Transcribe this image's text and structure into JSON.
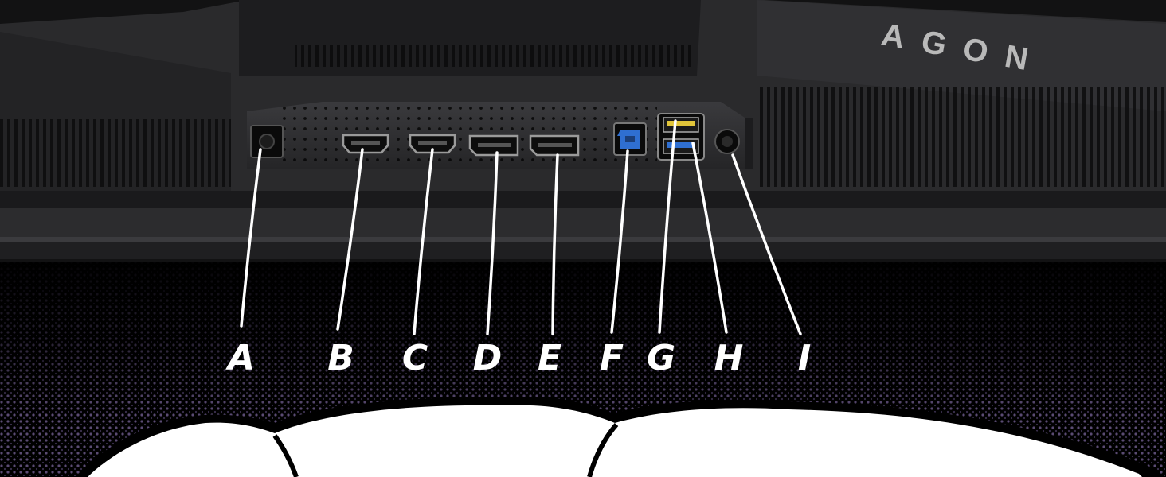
{
  "brand": {
    "logo_text": "AGON",
    "logo_color": "#b9b9b9"
  },
  "colors": {
    "background": "#000000",
    "panel": "#2f2f31",
    "panel_dark": "#1b1b1d",
    "port_cavity": "#0d0d0d",
    "halftone": "#5a4b73",
    "callout_line": "#ffffff",
    "usb3_blue": "#2f6fd1",
    "usb_charge_yellow": "#e1c53a",
    "bubble": "#ffffff"
  },
  "ports": [
    {
      "id": "A",
      "label": "A",
      "icon": "power-jack-icon",
      "color": "#0d0d0d"
    },
    {
      "id": "B",
      "label": "B",
      "icon": "hdmi-port-icon",
      "color": "#0d0d0d"
    },
    {
      "id": "C",
      "label": "C",
      "icon": "hdmi-port-icon",
      "color": "#0d0d0d"
    },
    {
      "id": "D",
      "label": "D",
      "icon": "displayport-port-icon",
      "color": "#0d0d0d"
    },
    {
      "id": "E",
      "label": "E",
      "icon": "displayport-port-icon",
      "color": "#0d0d0d"
    },
    {
      "id": "F",
      "label": "F",
      "icon": "usb-b-upstream-port-icon",
      "color": "#2f6fd1"
    },
    {
      "id": "G",
      "label": "G",
      "icon": "usb-a-charging-port-icon",
      "color": "#e1c53a"
    },
    {
      "id": "H",
      "label": "H",
      "icon": "usb-a-port-icon",
      "color": "#2f6fd1"
    },
    {
      "id": "I",
      "label": "I",
      "icon": "audio-jack-icon",
      "color": "#0d0d0d"
    }
  ]
}
